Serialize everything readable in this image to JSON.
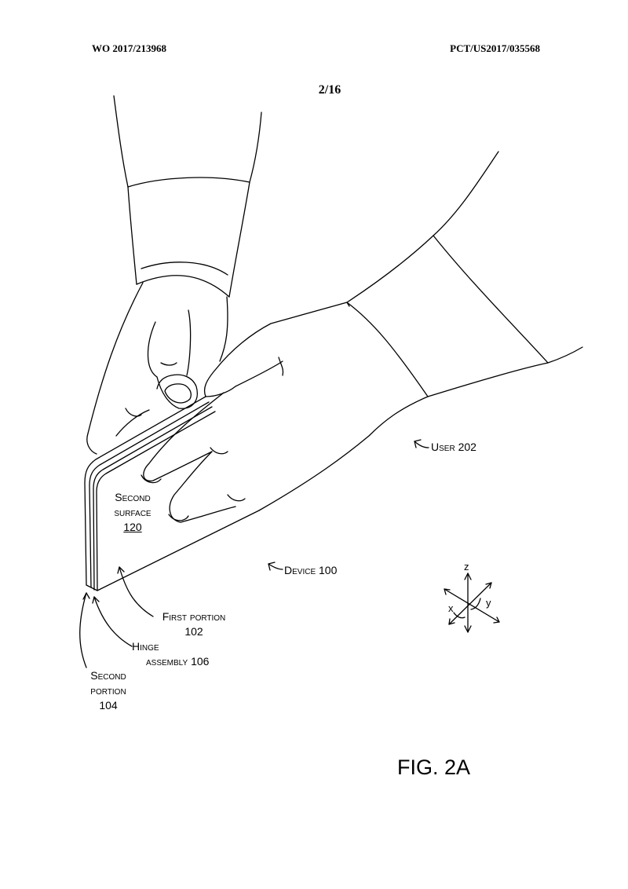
{
  "header": {
    "publication_number": "WO 2017/213968",
    "application_number": "PCT/US2017/035568"
  },
  "sheet": "2/16",
  "figure_label": "FIG. 2A",
  "callouts": {
    "user": {
      "text": "User",
      "ref": "202"
    },
    "device": {
      "text": "Device",
      "ref": "100"
    },
    "second_surface": {
      "line1": "Second",
      "line2": "surface",
      "ref": "120"
    },
    "first_portion": {
      "text": "First portion",
      "ref": "102"
    },
    "hinge_assembly": {
      "line1": "Hinge",
      "line2": "assembly",
      "ref": "106"
    },
    "second_portion": {
      "line1": "Second",
      "line2": "portion",
      "ref": "104"
    }
  },
  "axes": {
    "z": "z",
    "x": "x",
    "y": "y"
  }
}
